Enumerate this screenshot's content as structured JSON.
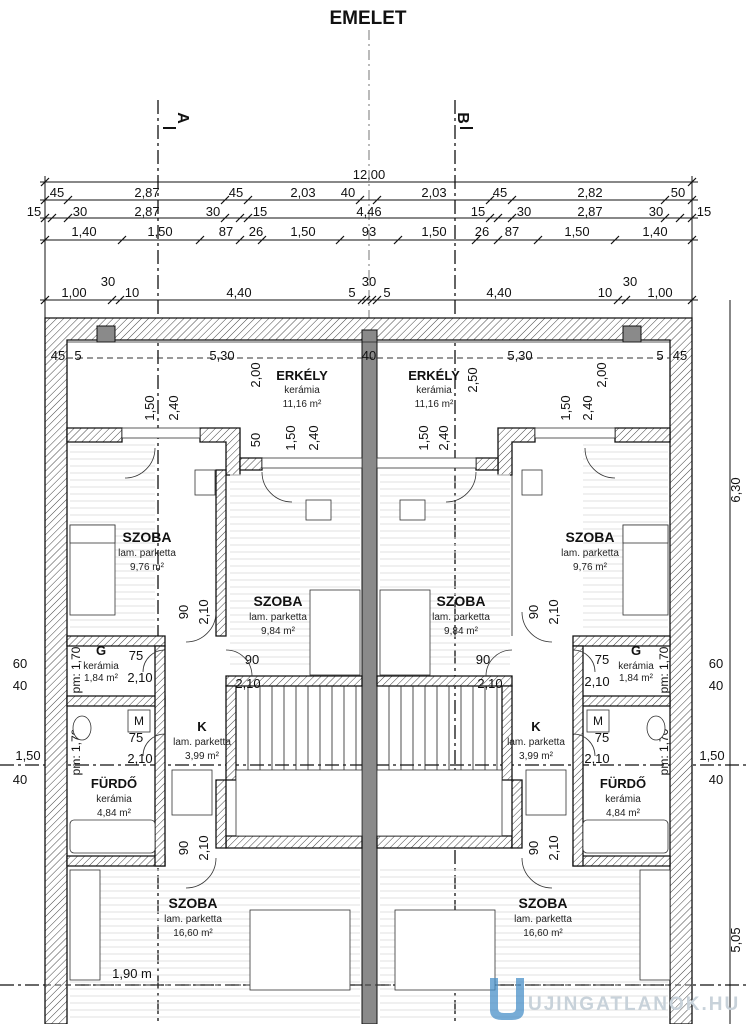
{
  "title": "EMELET",
  "sections": [
    "A",
    "B"
  ],
  "dims": {
    "row0": "12,00",
    "row1": [
      "45",
      "2,87",
      "45",
      "2,03",
      "40",
      "2,03",
      "45",
      "2,82",
      "50"
    ],
    "row2": [
      "15",
      "30",
      "2,87",
      "30",
      "15",
      "4,46",
      "15",
      "30",
      "2,87",
      "30",
      "15"
    ],
    "row3": [
      "1,40",
      "1,50",
      "87",
      "26",
      "1,50",
      "93",
      "1,50",
      "26",
      "87",
      "1,50",
      "1,40"
    ],
    "row4_top": [
      "30",
      "30",
      "30"
    ],
    "row4": [
      "1,00",
      "10",
      "4,40",
      "5",
      "5",
      "4,40",
      "10",
      "1,00"
    ],
    "balcony_row": [
      "45",
      "5",
      "5,30",
      "40",
      "5,30",
      "5",
      "45"
    ],
    "vertical": [
      "2,00",
      "1,50",
      "2,40",
      "50",
      "1,50",
      "2,40",
      "1,50",
      "2,40",
      "2,50",
      "1,50",
      "2,40",
      "2,00"
    ],
    "doors": [
      "90",
      "2,10",
      "90",
      "2,10",
      "90",
      "2,10",
      "90",
      "2,10",
      "75",
      "2,10",
      "75",
      "2,10",
      "75",
      "2,10",
      "75",
      "2,10",
      "90",
      "2,10",
      "90",
      "2,10"
    ],
    "left": [
      "60",
      "40",
      "1,50",
      "40"
    ],
    "right": [
      "60",
      "40",
      "1,50",
      "40"
    ],
    "right_edge": [
      "6,30",
      "5,05"
    ],
    "sill": [
      "pm: 1,70",
      "pm: 1,70",
      "pm: 1,70",
      "pm: 1,70"
    ],
    "bottom_note": "1,90 m"
  },
  "rooms": [
    {
      "name": "ERKÉLY",
      "material": "kerámia",
      "area": "11,16 m²"
    },
    {
      "name": "ERKÉLY",
      "material": "kerámia",
      "area": "11,16 m²"
    },
    {
      "name": "SZOBA",
      "material": "lam. parketta",
      "area": "9,76 m²"
    },
    {
      "name": "SZOBA",
      "material": "lam. parketta",
      "area": "9,84 m²"
    },
    {
      "name": "SZOBA",
      "material": "lam. parketta",
      "area": "9,84 m²"
    },
    {
      "name": "SZOBA",
      "material": "lam. parketta",
      "area": "9,76 m²"
    },
    {
      "name": "G",
      "material": "kerámia",
      "area": "1,84 m²"
    },
    {
      "name": "G",
      "material": "kerámia",
      "area": "1,84 m²"
    },
    {
      "name": "K",
      "material": "lam. parketta",
      "area": "3,99 m²"
    },
    {
      "name": "K",
      "material": "lam. parketta",
      "area": "3,99 m²"
    },
    {
      "name": "FÜRDŐ",
      "material": "kerámia",
      "area": "4,84 m²"
    },
    {
      "name": "FÜRDŐ",
      "material": "kerámia",
      "area": "4,84 m²"
    },
    {
      "name": "SZOBA",
      "material": "lam. parketta",
      "area": "16,60 m²"
    },
    {
      "name": "SZOBA",
      "material": "lam. parketta",
      "area": "16,60 m²"
    }
  ],
  "fixtures": [
    "M",
    "M"
  ],
  "watermark": "UJINGATLANOK.HU",
  "colors": {
    "line": "#111111",
    "watermark_light": "#c8d2da",
    "watermark_logo": "#4a90c8"
  }
}
